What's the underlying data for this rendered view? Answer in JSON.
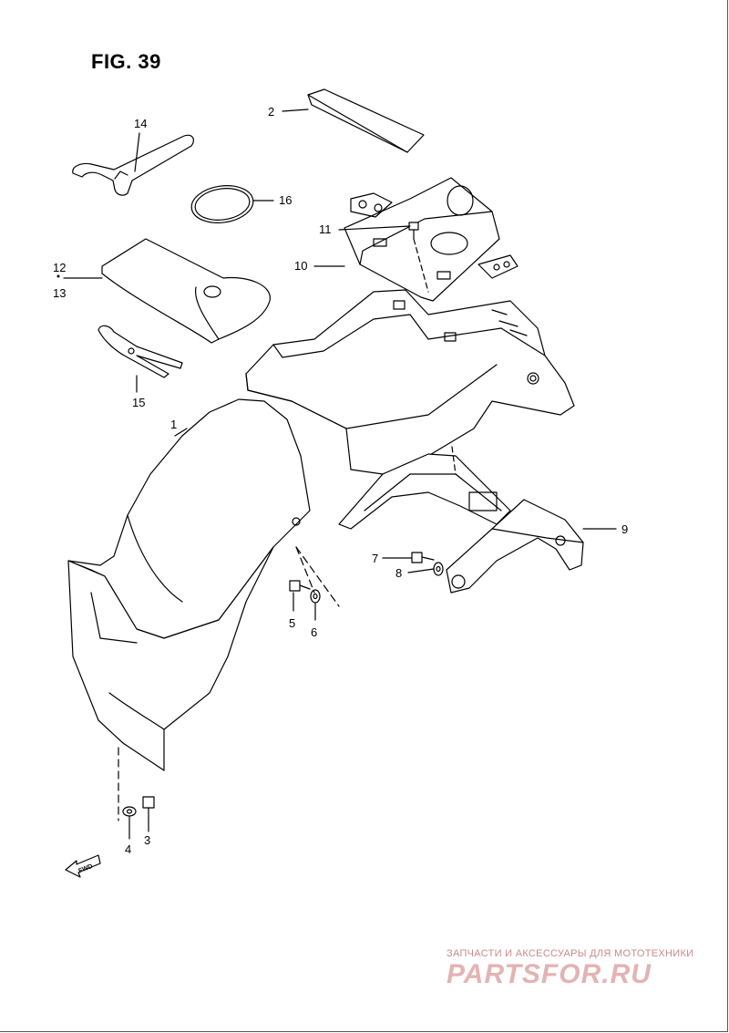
{
  "figure": {
    "title": "FIG. 39"
  },
  "callouts": [
    "1",
    "2",
    "3",
    "4",
    "5",
    "6",
    "7",
    "8",
    "9",
    "10",
    "11",
    "12",
    "13",
    "14",
    "15",
    "16"
  ],
  "arrow": {
    "text": "FWD"
  },
  "watermark": {
    "caption": "ЗАПЧАСТИ И АКСЕССУАРЫ ДЛЯ МОТОТЕХНИКИ",
    "logo": "PARTSFOR.RU"
  }
}
